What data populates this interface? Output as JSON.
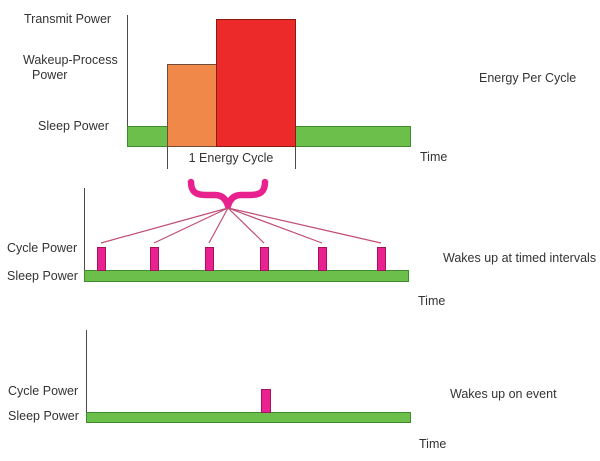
{
  "colors": {
    "green": "#6CBF4B",
    "green_border": "#3F8C2F",
    "orange": "#F0884A",
    "orange_border": "#6F4C35",
    "red": "#EC2A2A",
    "red_border": "#8B1A12",
    "pink": "#EA2190",
    "pink_border": "#A5135F",
    "brace": "#E9218E",
    "fan_line": "#C04E74",
    "axis": "#4A4A4A",
    "text": "#333333"
  },
  "top": {
    "label_transmit": "Transmit Power",
    "label_wakeup_line1": "Wakeup-Process",
    "label_wakeup_line2": "Power",
    "label_sleep": "Sleep Power",
    "cycle_bracket_label": "1 Energy Cycle",
    "axis_time_label": "Time",
    "annotation": "Energy Per Cycle"
  },
  "middle": {
    "label_cycle": "Cycle Power",
    "label_sleep": "Sleep Power",
    "axis_time_label": "Time",
    "annotation": "Wakes up at timed intervals",
    "pulse_count": 6,
    "pulse_x": [
      97,
      150,
      205,
      260,
      318,
      377
    ]
  },
  "bottom": {
    "label_cycle": "Cycle Power",
    "label_sleep": "Sleep Power",
    "axis_time_label": "Time",
    "annotation": "Wakes up on event",
    "pulse_x": [
      261
    ]
  }
}
